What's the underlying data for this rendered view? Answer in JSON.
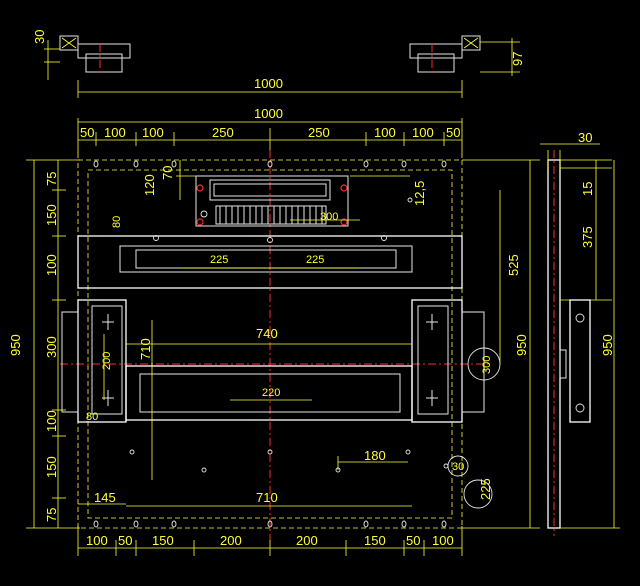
{
  "drawing": {
    "top_dims": {
      "overall_1": "1000",
      "overall_2": "1000",
      "segments": [
        "50",
        "100",
        "100",
        "250",
        "250",
        "100",
        "100",
        "50"
      ],
      "left_small": "30",
      "right_small": "97"
    },
    "left_dims": [
      "75",
      "150",
      "100",
      "300",
      "100",
      "150",
      "75"
    ],
    "left_overall": "950",
    "bottom_dims": [
      "100",
      "50",
      "150",
      "200",
      "200",
      "150",
      "50",
      "100"
    ],
    "inner": {
      "d120": "120",
      "d70": "70",
      "d80_top": "80",
      "d12_5": "12,5",
      "d300_top": "300",
      "d225_left": "225",
      "d225_right": "225",
      "d740": "740",
      "d710_vert": "710",
      "d200": "200",
      "d220": "220",
      "d80_bottom": "80",
      "d300_circle": "300",
      "d180": "180",
      "d30_circle": "30",
      "d145": "145",
      "d710_bottom": "710",
      "d225_vert": "225",
      "d525": "525",
      "d950_mid": "950"
    },
    "side_view": {
      "d30": "30",
      "d15": "15",
      "d375": "375",
      "d950": "950"
    }
  }
}
